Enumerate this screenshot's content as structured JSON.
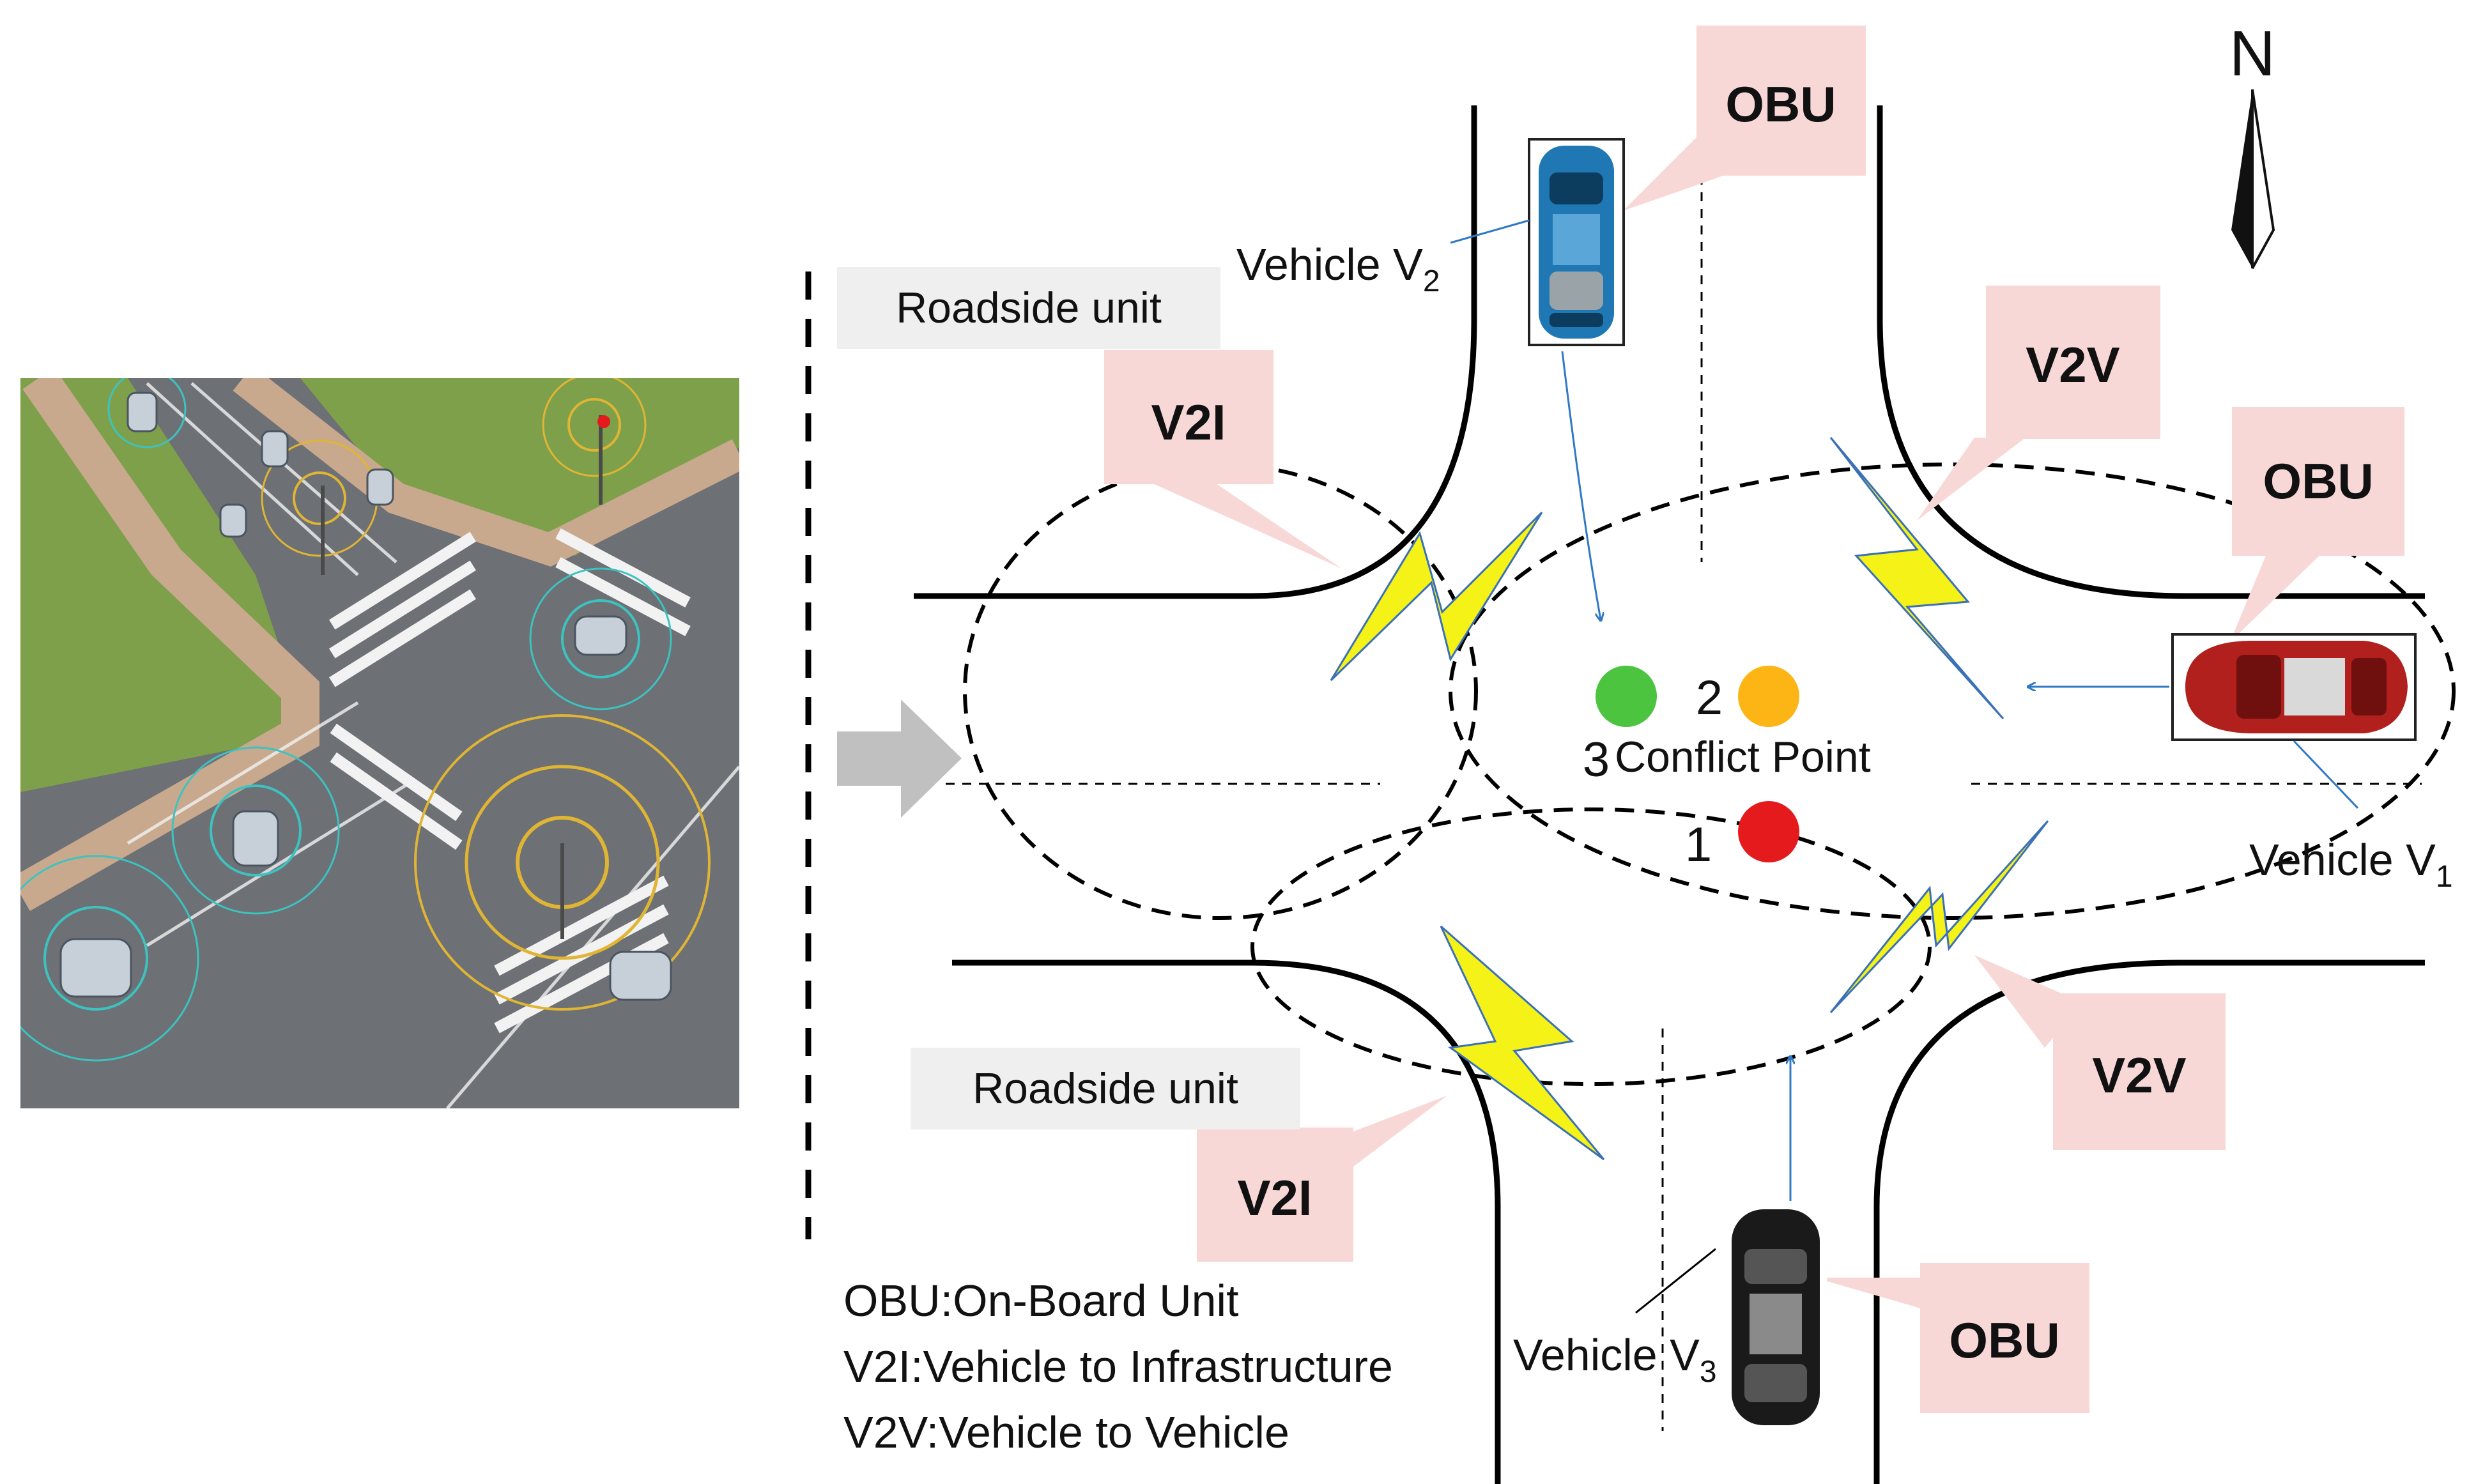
{
  "compass": {
    "letter": "N"
  },
  "roadside_units": [
    {
      "label": "Roadside unit"
    },
    {
      "label": "Roadside unit"
    }
  ],
  "tags": {
    "obu": "OBU",
    "v2i": "V2I",
    "v2v": "V2V"
  },
  "vehicles": [
    {
      "prefix": "Vehicle V",
      "sub": "1",
      "color": "#b2201e"
    },
    {
      "prefix": "Vehicle V",
      "sub": "2",
      "color": "#1f78b4"
    },
    {
      "prefix": "Vehicle V",
      "sub": "3",
      "color": "#1a1a1a"
    }
  ],
  "conflict": {
    "label": "Conflict Point",
    "points": [
      {
        "number": "1",
        "color": "#e41a1c"
      },
      {
        "number": "2",
        "color": "#fdb515"
      },
      {
        "number": "3",
        "color": "#4cc43f"
      }
    ]
  },
  "legend": [
    "OBU:On-Board Unit",
    "V2I:Vehicle to Infrastructure",
    "V2V:Vehicle to Vehicle"
  ],
  "colors": {
    "callout_fill": "#f8d7d7",
    "roadside_fill": "#efefef",
    "lightning": "#f5f218",
    "arrow_blue": "#2f78c4",
    "ground_green": "#7fa04a",
    "road_gray": "#6d7075"
  }
}
